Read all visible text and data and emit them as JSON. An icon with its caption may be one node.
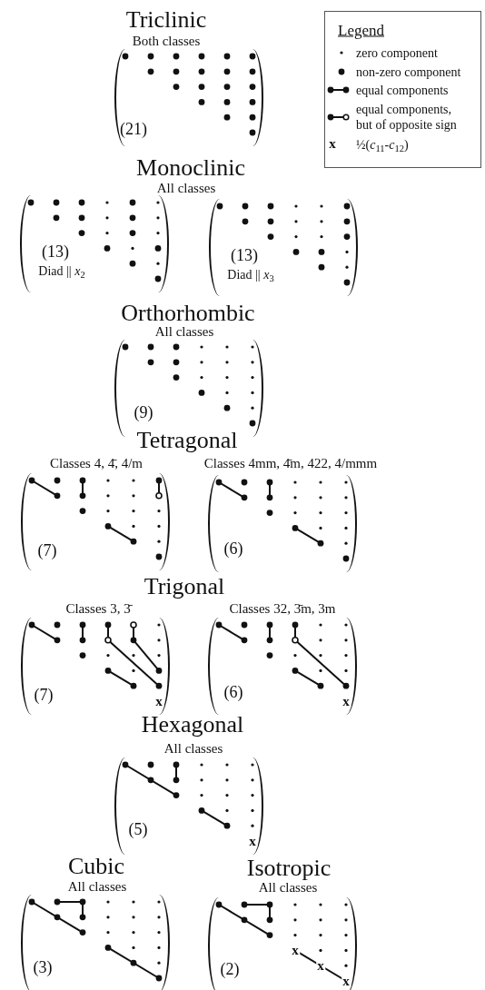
{
  "diagram": {
    "nodes": [
      {
        "text": [
          "(21)"
        ]
      },
      {
        "text": [
          "(13)",
          "Diad || *x*$_{2}$"
        ]
      },
      {
        "text": [
          "(13)",
          "Diad || *x*$_{3}$"
        ]
      },
      {
        "text": [
          "(9)"
        ]
      },
      {
        "text": [
          "(7)"
        ]
      },
      {
        "text": [
          "(6)"
        ]
      },
      {
        "text": [
          "(7)",
          "x"
        ]
      },
      {
        "text": [
          "(6)",
          "x"
        ]
      },
      {
        "text": [
          "(5)",
          "x"
        ]
      },
      {
        "text": [
          "(3)"
        ]
      },
      {
        "text": [
          "(2)",
          "x",
          "x",
          "x"
        ]
      }
    ],
    "labels": [
      "Triclinic",
      "Both classes",
      "Legend",
      "x",
      "Monoclinic",
      "All classes",
      "Orthorhombic",
      "All classes",
      "Tetragonal",
      "Classes 4, 4̄, 4/m",
      "Classes 4mm, 4̄m, 422, 4/mmm",
      "Trigonal",
      "Classes 3, 3̄",
      "Classes 32, 3̄m, 3m",
      "Hexagonal",
      "All classes",
      "Cubic",
      "Isotropic",
      "All classes",
      "All classes"
    ],
    "legend": [
      {
        "text": "zero component"
      },
      {
        "text": "non-zero component"
      },
      {
        "text": "equal components"
      },
      {
        "text": "equal components, but of opposite sign"
      },
      {
        "text": "½(*c*$_{11}$-*c*$_{12}$)"
      }
    ]
  }
}
